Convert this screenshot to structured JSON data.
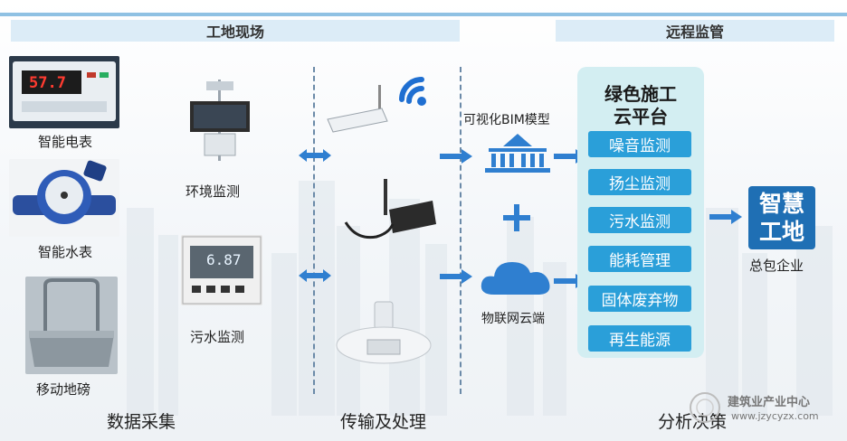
{
  "sections": {
    "site": "工地现场",
    "remote": "远程监管"
  },
  "devices": {
    "meter": "智能电表",
    "meter_display": "57.7",
    "water_meter": "智能水表",
    "scale": "移动地磅",
    "environment": "环境监测",
    "sewage": "污水监测",
    "sewage_display": "6.87"
  },
  "transmission": {
    "bim": "可视化BIM模型",
    "iot_cloud": "物联网云端"
  },
  "platform": {
    "title_line1": "绿色施工",
    "title_line2": "云平台",
    "items": [
      "噪音监测",
      "扬尘监测",
      "污水监测",
      "能耗管理",
      "固体废弃物",
      "再生能源"
    ]
  },
  "result": {
    "logo_line1": "智慧",
    "logo_line2": "工地",
    "label": "总包企业"
  },
  "stages": {
    "collect": "数据采集",
    "transmit": "传输及处理",
    "analyze": "分析决策"
  },
  "watermark": {
    "name": "建筑业产业中心",
    "url": "www.jzycyzx.com"
  },
  "colors": {
    "accent_blue": "#2a9fd9",
    "arrow_blue": "#2f7fd0",
    "platform_bg": "#d3eef2",
    "logo_blue": "#1f6fb4"
  }
}
